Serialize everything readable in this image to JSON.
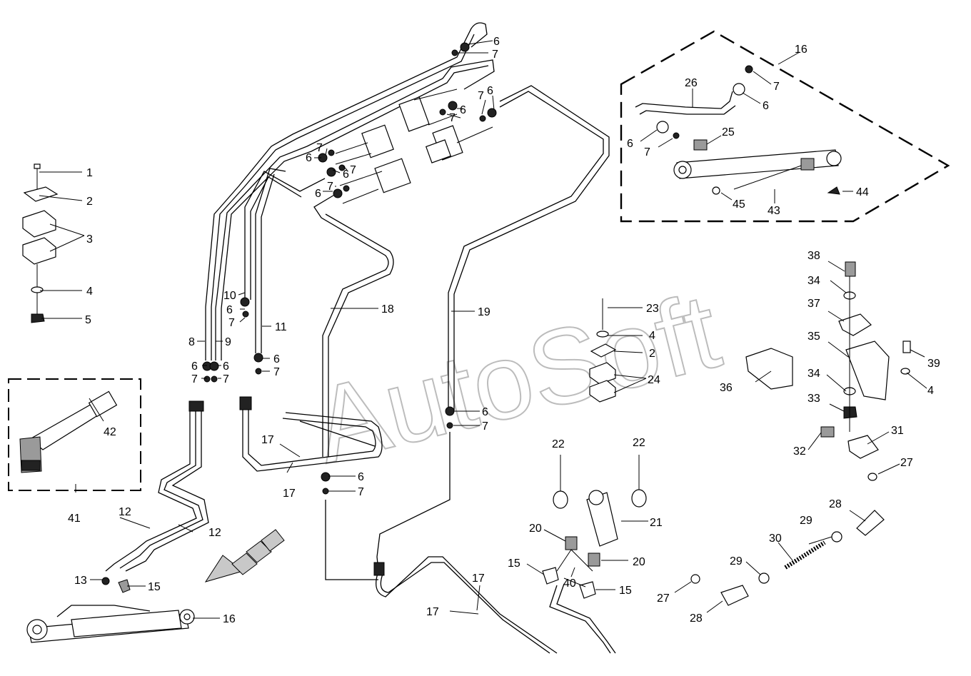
{
  "watermark": "AutoSoft",
  "callouts": [
    {
      "id": "c1",
      "text": "1"
    },
    {
      "id": "c2",
      "text": "2"
    },
    {
      "id": "c3",
      "text": "3"
    },
    {
      "id": "c4",
      "text": "4"
    },
    {
      "id": "c5",
      "text": "5"
    },
    {
      "id": "c6a",
      "text": "6"
    },
    {
      "id": "c7a",
      "text": "7"
    },
    {
      "id": "c6b",
      "text": "6"
    },
    {
      "id": "c7b",
      "text": "7"
    },
    {
      "id": "c6c",
      "text": "6"
    },
    {
      "id": "c7c",
      "text": "7"
    },
    {
      "id": "c7d",
      "text": "7"
    },
    {
      "id": "c6d",
      "text": "6"
    },
    {
      "id": "c6e",
      "text": "6"
    },
    {
      "id": "c7e",
      "text": "7"
    },
    {
      "id": "c7f",
      "text": "7"
    },
    {
      "id": "c6f",
      "text": "6"
    },
    {
      "id": "c10",
      "text": "10"
    },
    {
      "id": "c6g",
      "text": "6"
    },
    {
      "id": "c7g",
      "text": "7"
    },
    {
      "id": "c11",
      "text": "11"
    },
    {
      "id": "c8",
      "text": "8"
    },
    {
      "id": "c9",
      "text": "9"
    },
    {
      "id": "c6h",
      "text": "6"
    },
    {
      "id": "c6i",
      "text": "6"
    },
    {
      "id": "c7h",
      "text": "7"
    },
    {
      "id": "c7i",
      "text": "7"
    },
    {
      "id": "c6j",
      "text": "6"
    },
    {
      "id": "c7j",
      "text": "7"
    },
    {
      "id": "c18",
      "text": "18"
    },
    {
      "id": "c19",
      "text": "19"
    },
    {
      "id": "c6k",
      "text": "6"
    },
    {
      "id": "c7k",
      "text": "7"
    },
    {
      "id": "c6l",
      "text": "6"
    },
    {
      "id": "c7l",
      "text": "7"
    },
    {
      "id": "c17a",
      "text": "17"
    },
    {
      "id": "c17b",
      "text": "17"
    },
    {
      "id": "c17c",
      "text": "17"
    },
    {
      "id": "c17d",
      "text": "17"
    },
    {
      "id": "c12a",
      "text": "12"
    },
    {
      "id": "c12b",
      "text": "12"
    },
    {
      "id": "c13",
      "text": "13"
    },
    {
      "id": "c15a",
      "text": "15"
    },
    {
      "id": "c16a",
      "text": "16"
    },
    {
      "id": "c41",
      "text": "41"
    },
    {
      "id": "c42",
      "text": "42"
    },
    {
      "id": "c16b",
      "text": "16"
    },
    {
      "id": "c26",
      "text": "26"
    },
    {
      "id": "c7m",
      "text": "7"
    },
    {
      "id": "c6m",
      "text": "6"
    },
    {
      "id": "c6n",
      "text": "6"
    },
    {
      "id": "c7n",
      "text": "7"
    },
    {
      "id": "c25",
      "text": "25"
    },
    {
      "id": "c44",
      "text": "44"
    },
    {
      "id": "c45",
      "text": "45"
    },
    {
      "id": "c43",
      "text": "43"
    },
    {
      "id": "c23",
      "text": "23"
    },
    {
      "id": "c4b",
      "text": "4"
    },
    {
      "id": "c2b",
      "text": "2"
    },
    {
      "id": "c24",
      "text": "24"
    },
    {
      "id": "c38",
      "text": "38"
    },
    {
      "id": "c34a",
      "text": "34"
    },
    {
      "id": "c37",
      "text": "37"
    },
    {
      "id": "c35",
      "text": "35"
    },
    {
      "id": "c36",
      "text": "36"
    },
    {
      "id": "c34b",
      "text": "34"
    },
    {
      "id": "c33",
      "text": "33"
    },
    {
      "id": "c39",
      "text": "39"
    },
    {
      "id": "c4c",
      "text": "4"
    },
    {
      "id": "c32",
      "text": "32"
    },
    {
      "id": "c31",
      "text": "31"
    },
    {
      "id": "c27a",
      "text": "27"
    },
    {
      "id": "c28a",
      "text": "28"
    },
    {
      "id": "c29a",
      "text": "29"
    },
    {
      "id": "c30",
      "text": "30"
    },
    {
      "id": "c29b",
      "text": "29"
    },
    {
      "id": "c27b",
      "text": "27"
    },
    {
      "id": "c28b",
      "text": "28"
    },
    {
      "id": "c22a",
      "text": "22"
    },
    {
      "id": "c22b",
      "text": "22"
    },
    {
      "id": "c21",
      "text": "21"
    },
    {
      "id": "c20a",
      "text": "20"
    },
    {
      "id": "c20b",
      "text": "20"
    },
    {
      "id": "c15b",
      "text": "15"
    },
    {
      "id": "c40",
      "text": "40"
    },
    {
      "id": "c15c",
      "text": "15"
    }
  ]
}
